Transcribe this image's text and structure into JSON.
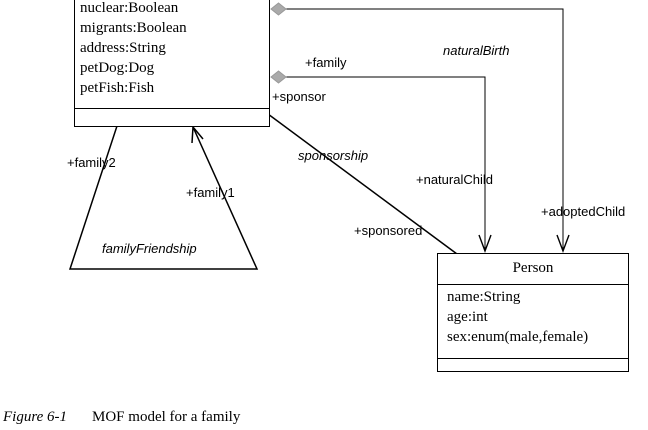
{
  "family_class": {
    "attributes": [
      "nuclear:Boolean",
      "migrants:Boolean",
      "address:String",
      "petDog:Dog",
      "petFish:Fish"
    ]
  },
  "person_class": {
    "name": "Person",
    "attributes": [
      "name:String",
      "age:int",
      "sex:enum(male,female)"
    ]
  },
  "associations": {
    "natural_birth": "naturalBirth",
    "sponsorship": "sponsorship",
    "family_friendship": "familyFriendship"
  },
  "roles": {
    "family": "+family",
    "sponsor": "+sponsor",
    "natural_child": "+naturalChild",
    "adopted_child": "+adoptedChild",
    "sponsored": "+sponsored",
    "family1": "+family1",
    "family2": "+family2"
  },
  "caption": {
    "figure_label": "Figure 6-1",
    "text": "MOF model for a family"
  }
}
